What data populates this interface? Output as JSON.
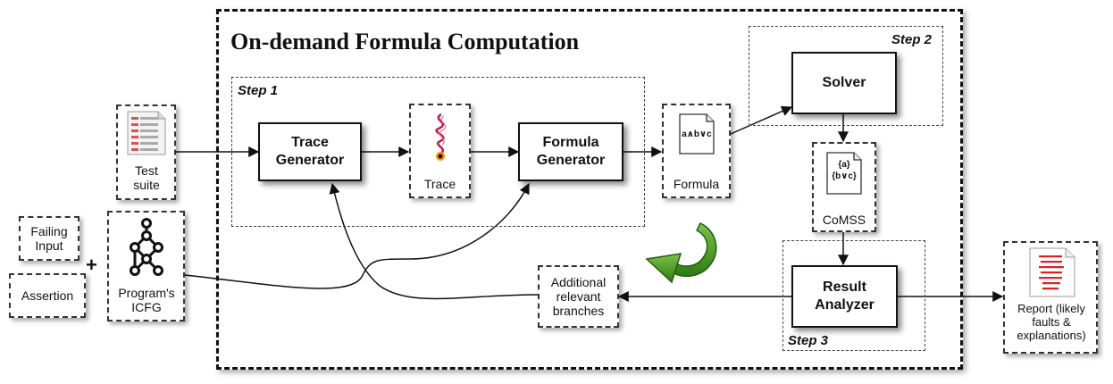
{
  "title": "On-demand Formula Computation",
  "steps": {
    "step1": "Step 1",
    "step2": "Step 2",
    "step3": "Step 3"
  },
  "nodes": {
    "test_suite": "Test suite",
    "failing_input": "Failing Input",
    "assertion": "Assertion",
    "plus": "+",
    "program_icfg": "Program's ICFG",
    "trace_generator": "Trace Generator",
    "trace": "Trace",
    "formula_generator": "Formula Generator",
    "formula": "Formula",
    "formula_glyph": "a∧b∨c",
    "solver": "Solver",
    "comss": "CoMSS",
    "comss_glyph_top": "{a}",
    "comss_glyph_bottom": "{b∨c}",
    "result_analyzer": "Result Analyzer",
    "additional_branches": "Additional relevant branches",
    "report": "Report (likely faults & explanations)"
  },
  "icons": {
    "test_suite_icon": "document-list-icon",
    "program_icon": "graph-icon",
    "trace_icon": "trace-squiggle-icon",
    "loop_icon": "green-refresh-arrow-icon",
    "report_icon": "red-text-document-icon"
  },
  "colors": {
    "loop_green": "#3e8f1c",
    "report_red": "#e02020"
  }
}
